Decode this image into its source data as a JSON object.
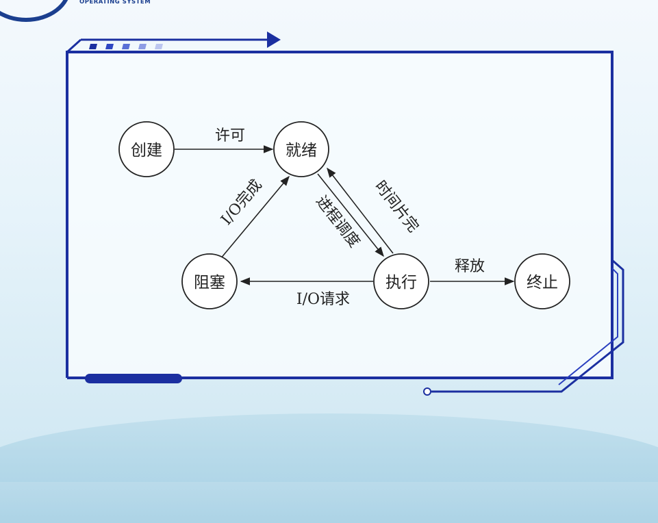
{
  "header": {
    "logo_text": "OPERATING SYSTEM"
  },
  "diagram": {
    "nodes": {
      "create": "创建",
      "ready": "就绪",
      "blocked": "阻塞",
      "running": "执行",
      "terminated": "终止"
    },
    "edges": {
      "permit": "许可",
      "io_complete": "I/O完成",
      "dispatch": "进程调度",
      "timeslice": "时间片完",
      "io_request": "I/O请求",
      "release": "释放"
    }
  },
  "colors": {
    "frame": "#1b2fa0",
    "accent": "#2a3fbf",
    "stroke": "#222222"
  }
}
